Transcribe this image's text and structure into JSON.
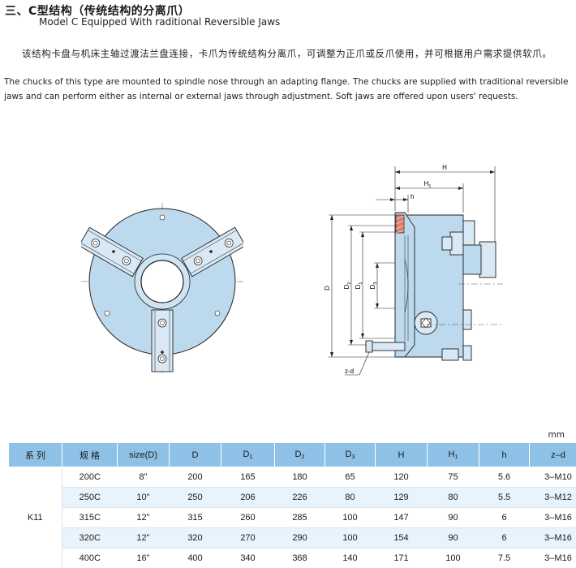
{
  "header": {
    "title": "三、C型结构（传统结构的分离爪）",
    "subtitle": "Model C Equipped With raditional Reversible Jaws"
  },
  "description": {
    "cn": "该结构卡盘与机床主轴过渡法兰盘连接，卡爪为传统结构分离爪，可调整为正爪或反爪使用，并可根据用户需求提供软爪。",
    "en": "The chucks of this type are mounted to spindle nose through an adapting flange. The chucks are supplied with traditional reversible jaws and can perform either as internal or external jaws through adjustment. Soft jaws are offered upon users' requests."
  },
  "drawing_labels": {
    "H": "H",
    "H1": "H",
    "H1_sub": "1",
    "h": "h",
    "D": "D",
    "D2": "D",
    "D2_sub": "2",
    "D1": "D",
    "D1_sub": "1",
    "D3": "D",
    "D3_sub": "3",
    "zd": "z-d"
  },
  "table": {
    "unit": "mm",
    "headers": {
      "series": "系 列",
      "model": "规 格",
      "size": "size(D)",
      "D": "D",
      "D1": "D",
      "D1_sub": "1",
      "D2": "D",
      "D2_sub": "2",
      "D3": "D",
      "D3_sub": "3",
      "H": "H",
      "H1": "H",
      "H1_sub": "1",
      "h": "h",
      "zd": "z–d"
    },
    "series_name": "K11",
    "rows": [
      [
        "200C",
        "8\"",
        "200",
        "165",
        "180",
        "65",
        "120",
        "75",
        "5.6",
        "3–M10"
      ],
      [
        "250C",
        "10\"",
        "250",
        "206",
        "226",
        "80",
        "129",
        "80",
        "5.5",
        "3–M12"
      ],
      [
        "315C",
        "12\"",
        "315",
        "260",
        "285",
        "100",
        "147",
        "90",
        "6",
        "3–M16"
      ],
      [
        "320C",
        "12\"",
        "320",
        "270",
        "290",
        "100",
        "154",
        "90",
        "6",
        "3–M16"
      ],
      [
        "400C",
        "16\"",
        "400",
        "340",
        "368",
        "140",
        "171",
        "100",
        "7.5",
        "3–M16"
      ]
    ]
  },
  "colors": {
    "chuck_fill": "#bcd9ee",
    "line": "#222222",
    "header_bg": "#8fc1e6",
    "row_alt": "#e9f3fb"
  }
}
